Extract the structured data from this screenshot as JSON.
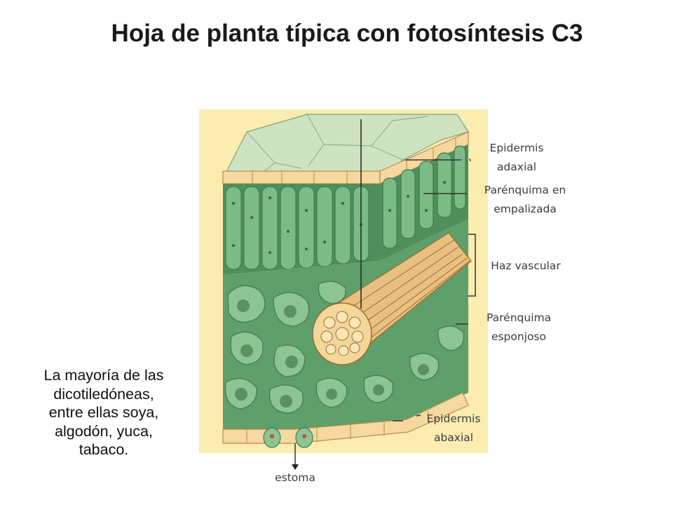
{
  "title": "Hoja de planta típica con fotosíntesis  C3",
  "labels": {
    "epidermis_adaxial": [
      "Epidermis",
      "adaxial"
    ],
    "parenquima_empalizada": [
      "Parénquima en",
      "empalizada"
    ],
    "haz_vascular": "Haz vascular",
    "parenquima_esponjoso": [
      "Parénquima",
      "esponjoso"
    ],
    "epidermis_abaxial": [
      "Epidermis",
      "abaxial"
    ],
    "estoma": "estoma"
  },
  "note": [
    "La mayoría de las",
    "dicotiledóneas,",
    "entre ellas soya,",
    "algodón, yuca,",
    "tabaco."
  ],
  "colors": {
    "panel": "#fcecb0",
    "epidermis": "#f6d9a0",
    "epidermis_line": "#b88a4a",
    "tissue": "#6fb07a",
    "tissue_dark": "#3f7a4c",
    "cell": "#8cc493",
    "bundle": "#e8c180",
    "bundle_line": "#9c6a30"
  }
}
